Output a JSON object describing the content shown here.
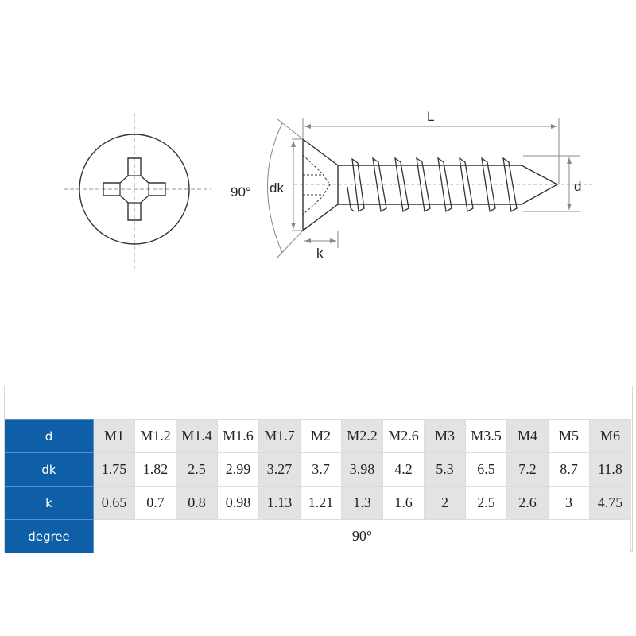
{
  "diagram": {
    "top_view": {
      "label": "phillips-head-top-view"
    },
    "side_view": {
      "labels": {
        "length": "L",
        "head_diameter": "dk",
        "head_height": "k",
        "thread_diameter": "d",
        "angle": "90°"
      }
    }
  },
  "table": {
    "rows": [
      {
        "header": "d",
        "values": [
          "M1",
          "M1.2",
          "M1.4",
          "M1.6",
          "M1.7",
          "M2",
          "M2.2",
          "M2.6",
          "M3",
          "M3.5",
          "M4",
          "M5",
          "M6"
        ]
      },
      {
        "header": "dk",
        "values": [
          "1.75",
          "1.82",
          "2.5",
          "2.99",
          "3.27",
          "3.7",
          "3.98",
          "4.2",
          "5.3",
          "6.5",
          "7.2",
          "8.7",
          "11.8"
        ]
      },
      {
        "header": "k",
        "values": [
          "0.65",
          "0.7",
          "0.8",
          "0.98",
          "1.13",
          "1.21",
          "1.3",
          "1.6",
          "2",
          "2.5",
          "2.6",
          "3",
          "4.75"
        ]
      },
      {
        "header": "degree",
        "merged_value": "90°"
      }
    ],
    "colors": {
      "header_bg": "#0f5ea8",
      "header_text": "#ffffff",
      "shaded_cell": "#e3e3e3"
    }
  }
}
